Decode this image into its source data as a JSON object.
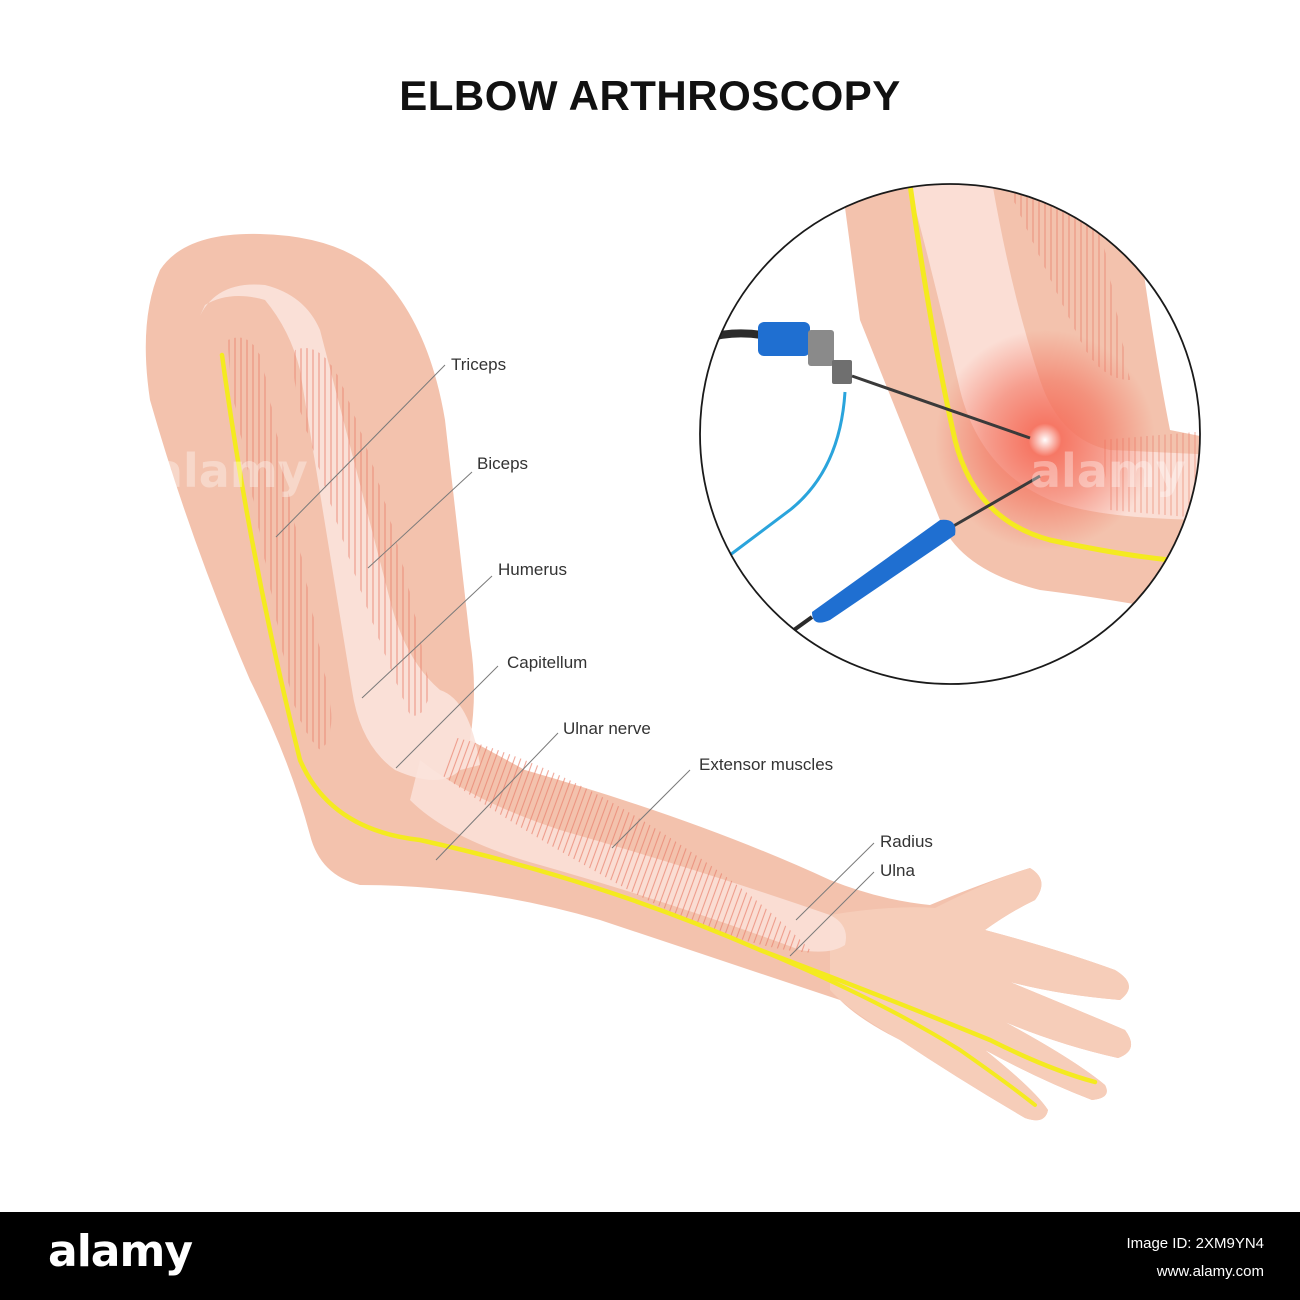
{
  "title": "ELBOW ARTHROSCOPY",
  "labels": {
    "triceps": "Triceps",
    "biceps": "Biceps",
    "humerus": "Humerus",
    "capitellum": "Capitellum",
    "ulnar_nerve": "Ulnar nerve",
    "extensor_muscles": "Extensor muscles",
    "radius": "Radius",
    "ulna": "Ulna"
  },
  "watermark": "alamy",
  "footer": {
    "logo": "alamy",
    "image_id": "Image ID: 2XM9YN4",
    "url": "www.alamy.com"
  },
  "colors": {
    "skin": "#f3c2ad",
    "skin_dark": "#e8b09a",
    "bone": "#fbe3dc",
    "muscle_line": "#e9806c",
    "nerve": "#f4ea1f",
    "inflammation": "#f05a4a",
    "instrument_blue": "#1f6fd1",
    "cable_blue": "#2aa4dc"
  }
}
